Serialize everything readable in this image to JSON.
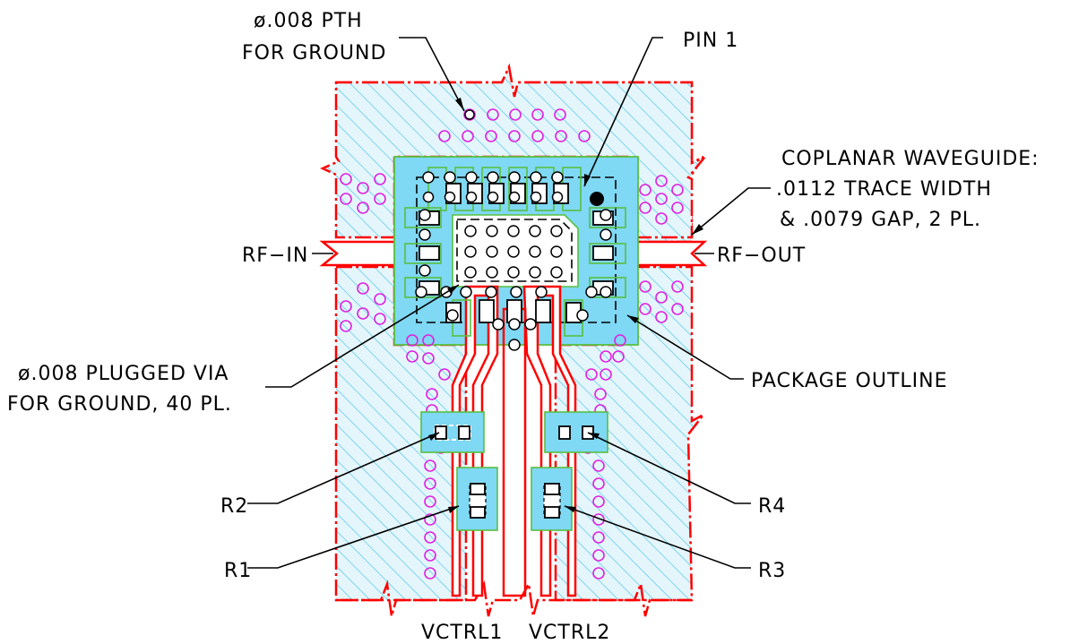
{
  "labels": {
    "pth_line1": "ø.008 PTH",
    "pth_line2": "FOR GROUND",
    "pin1": "PIN 1",
    "cpw_line1": "COPLANAR WAVEGUIDE:",
    "cpw_line2": ".0112 TRACE WIDTH",
    "cpw_line3": "& .0079 GAP, 2 PL.",
    "rf_in": "RF−IN",
    "rf_out": "RF−OUT",
    "via_line1": "ø.008 PLUGGED VIA",
    "via_line2": "FOR GROUND, 40 PL.",
    "package_outline": "PACKAGE OUTLINE",
    "r1": "R1",
    "r2": "R2",
    "r3": "R3",
    "r4": "R4",
    "vctrl1": "VCTRL1",
    "vctrl2": "VCTRL2"
  },
  "colors": {
    "board_outline": "#ff0000",
    "copper_hatch": "#5ec8ea",
    "solder_fill": "#7fd8f4",
    "pad_outline": "#58c040",
    "pth_via": "#e020e0",
    "text": "#000000"
  }
}
